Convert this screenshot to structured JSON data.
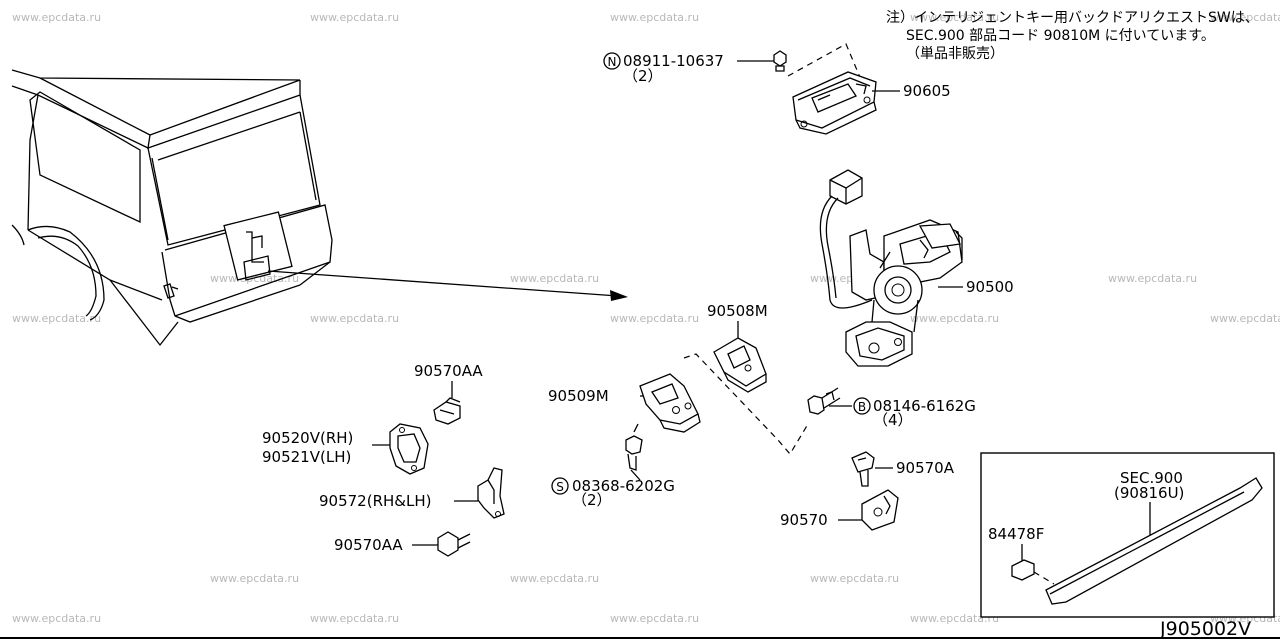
{
  "watermark": "www.epcdata.ru",
  "note": {
    "line1": "注）インテリジェントキー用バックドアリクエストSWは、",
    "line2": "SEC.900 部品コード 90810M に付いています。",
    "line3": "（単品非販売）"
  },
  "diagram_code": "J905002V",
  "parts": {
    "p08911": "08911-10637",
    "p08911_qty": "（2）",
    "p08911_prefix": "N",
    "p90605": "90605",
    "p90500": "90500",
    "p90508M": "90508M",
    "p90509M": "90509M",
    "p08146": "08146-6162G",
    "p08146_qty": "（4）",
    "p08146_prefix": "B",
    "p08368": "08368-6202G",
    "p08368_qty": "（2）",
    "p08368_prefix": "S",
    "p90570A": "90570A",
    "p90570": "90570",
    "p90570AA_top": "90570AA",
    "p90520V": "90520V(RH)",
    "p90521V": "90521V(LH)",
    "p90572": "90572(RH&LH)",
    "p90570AA_bottom": "90570AA",
    "sec900": "SEC.900",
    "p90816U": "(90816U)",
    "p84478F": "84478F"
  }
}
